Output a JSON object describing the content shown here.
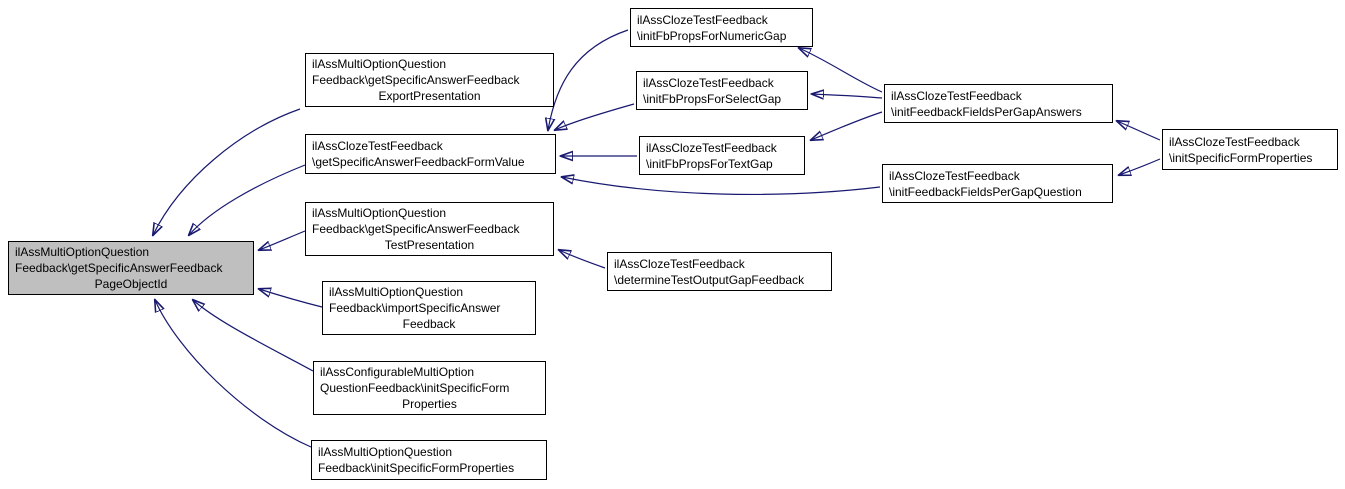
{
  "diagram": {
    "type": "call-graph",
    "colors": {
      "edge": "#191970",
      "node_border": "#000000",
      "node_fill": "#ffffff",
      "main_node_fill": "#bfbfbf",
      "background": "#ffffff",
      "text": "#000000"
    }
  },
  "nodes": {
    "main": {
      "lines": [
        "ilAssMultiOptionQuestion",
        "Feedback\\getSpecificAnswerFeedback",
        "PageObjectId"
      ]
    },
    "exportPresentation": {
      "lines": [
        "ilAssMultiOptionQuestion",
        "Feedback\\getSpecificAnswerFeedback",
        "ExportPresentation"
      ]
    },
    "formValue": {
      "lines": [
        "ilAssClozeTestFeedback",
        "\\getSpecificAnswerFeedbackFormValue"
      ]
    },
    "testPresentation": {
      "lines": [
        "ilAssMultiOptionQuestion",
        "Feedback\\getSpecificAnswerFeedback",
        "TestPresentation"
      ]
    },
    "importFeedback": {
      "lines": [
        "ilAssMultiOptionQuestion",
        "Feedback\\importSpecificAnswer",
        "Feedback"
      ]
    },
    "configurableInitProps": {
      "lines": [
        "ilAssConfigurableMultiOption",
        "QuestionFeedback\\initSpecificForm",
        "Properties"
      ]
    },
    "multiOptionInitProps": {
      "lines": [
        "ilAssMultiOptionQuestion",
        "Feedback\\initSpecificFormProperties"
      ]
    },
    "numericGap": {
      "lines": [
        "ilAssClozeTestFeedback",
        "\\initFbPropsForNumericGap"
      ]
    },
    "selectGap": {
      "lines": [
        "ilAssClozeTestFeedback",
        "\\initFbPropsForSelectGap"
      ]
    },
    "textGap": {
      "lines": [
        "ilAssClozeTestFeedback",
        "\\initFbPropsForTextGap"
      ]
    },
    "determineTestOutput": {
      "lines": [
        "ilAssClozeTestFeedback",
        "\\determineTestOutputGapFeedback"
      ]
    },
    "perGapAnswers": {
      "lines": [
        "ilAssClozeTestFeedback",
        "\\initFeedbackFieldsPerGapAnswers"
      ]
    },
    "perGapQuestion": {
      "lines": [
        "ilAssClozeTestFeedback",
        "\\initFeedbackFieldsPerGapQuestion"
      ]
    },
    "clozeInitProps": {
      "lines": [
        "ilAssClozeTestFeedback",
        "\\initSpecificFormProperties"
      ]
    }
  },
  "edges": [
    {
      "from": "exportPresentation",
      "to": "main"
    },
    {
      "from": "formValue",
      "to": "main"
    },
    {
      "from": "testPresentation",
      "to": "main"
    },
    {
      "from": "importFeedback",
      "to": "main"
    },
    {
      "from": "configurableInitProps",
      "to": "main"
    },
    {
      "from": "multiOptionInitProps",
      "to": "main"
    },
    {
      "from": "numericGap",
      "to": "formValue"
    },
    {
      "from": "selectGap",
      "to": "formValue"
    },
    {
      "from": "textGap",
      "to": "formValue"
    },
    {
      "from": "perGapQuestion",
      "to": "formValue"
    },
    {
      "from": "determineTestOutput",
      "to": "testPresentation"
    },
    {
      "from": "perGapAnswers",
      "to": "numericGap"
    },
    {
      "from": "perGapAnswers",
      "to": "selectGap"
    },
    {
      "from": "perGapAnswers",
      "to": "textGap"
    },
    {
      "from": "clozeInitProps",
      "to": "perGapAnswers"
    },
    {
      "from": "clozeInitProps",
      "to": "perGapQuestion"
    }
  ]
}
